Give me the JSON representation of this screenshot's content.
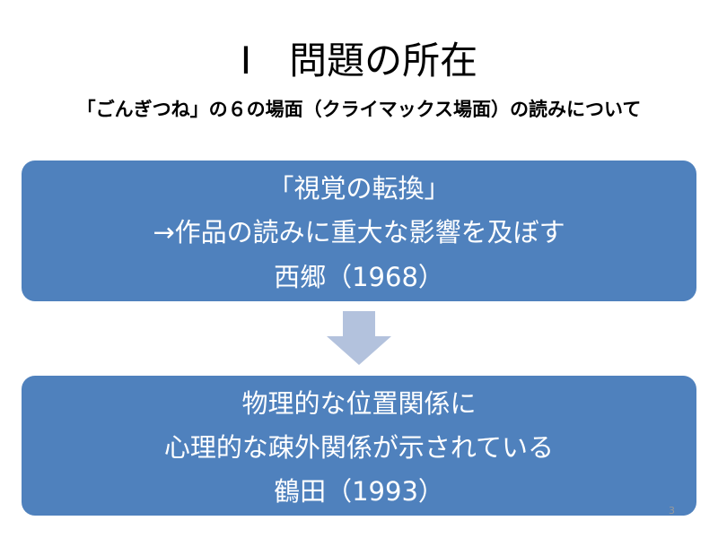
{
  "slide": {
    "title": "Ⅰ　問題の所在",
    "subtitle": "「ごんぎつね」の６の場面（クライマックス場面）の読みについて",
    "box1": {
      "lines": [
        "「視覚の転換」",
        "→作品の読みに重大な影響を及ぼす",
        "西郷（1968）"
      ]
    },
    "box2": {
      "lines": [
        "物理的な位置関係に",
        "心理的な疎外関係が示されている",
        "鶴田（1993）"
      ]
    },
    "page_number": "3",
    "colors": {
      "box": "#4F81BD",
      "arrow": "#B3C2DD"
    }
  }
}
